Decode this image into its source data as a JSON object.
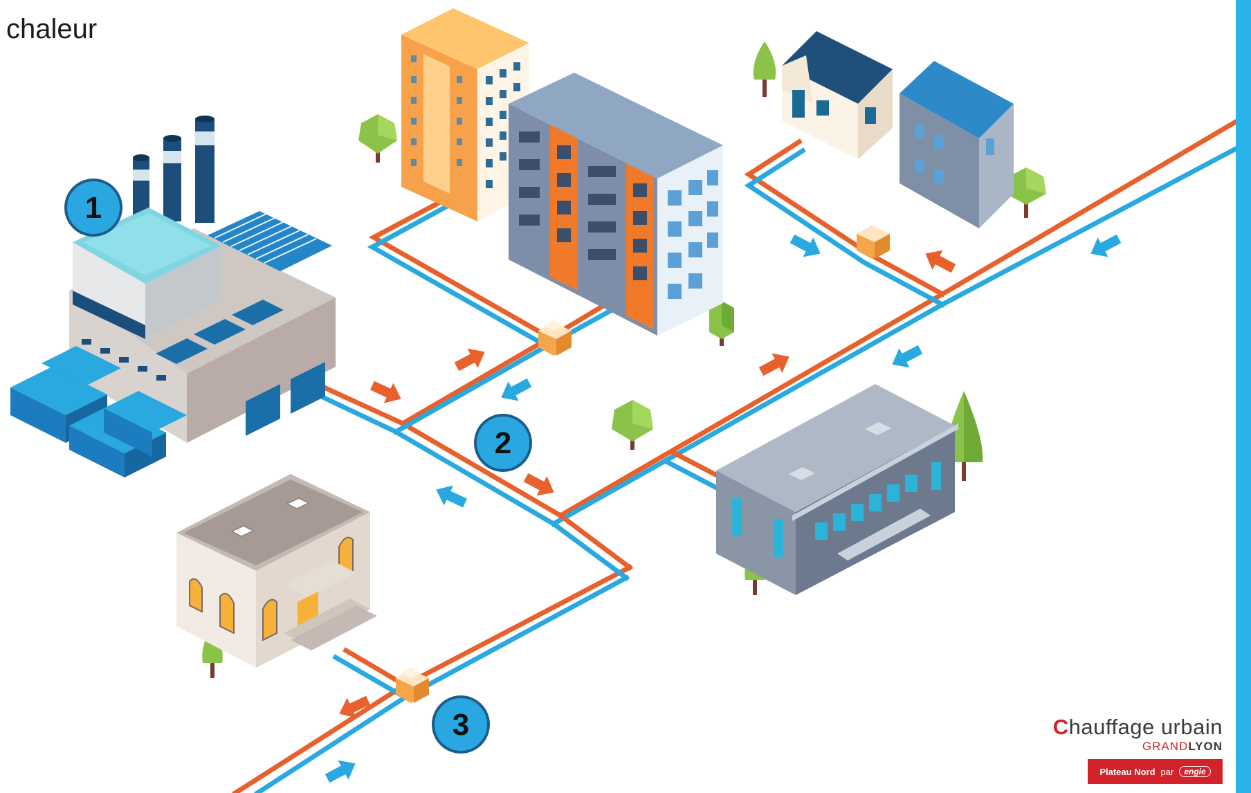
{
  "title": "chaleur",
  "markers": [
    {
      "label": "1",
      "meaning": ""
    },
    {
      "label": "2",
      "meaning": ""
    },
    {
      "label": "3",
      "meaning": ""
    }
  ],
  "colors": {
    "hot_pipe": "#E8602C",
    "cold_pipe": "#29A9E0",
    "marker_fill": "#2AA7E1",
    "marker_border": "#1B5C8A",
    "substation": "#F5A64D",
    "accent_stripe": "#2AB3E8",
    "brand_red": "#D2232A"
  },
  "logo": {
    "brand_initial": "C",
    "brand_rest": "hauffage urbain",
    "sub_grand": "GRAND",
    "sub_lyon": "LYON",
    "badge_main": "Plateau Nord",
    "badge_par": "par",
    "badge_engie": "engie"
  },
  "icons": [
    "factory-icon",
    "apartment-building-icon",
    "house-icon",
    "public-building-icon",
    "office-building-icon",
    "tree-icon",
    "heat-substation-icon",
    "flow-arrow-icon"
  ]
}
